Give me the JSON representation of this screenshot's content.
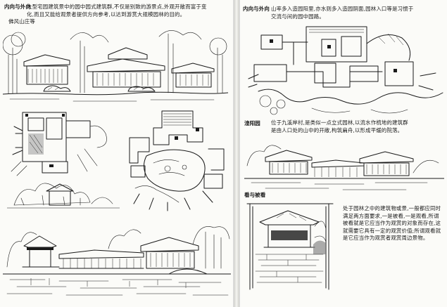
{
  "left_page": {
    "heading": "内向与外向",
    "note_top": "大型宅园建筑景中的园中园式建筑群,不仅是别致的游景点,外观开敞而富于变化,而且又能给观景者提供方向参考,以达到游赏大规模园林的目的。",
    "note_top_tail": "佛风山庄等"
  },
  "right_page": {
    "heading": "内向与外向",
    "note_top": "山率多入造园阳里,亦水则多入造园阴面,园林入口等是习惯于",
    "note_top_line2": "交流与间的园中园路。",
    "label_mid": "湟阳园",
    "note_mid": "位于九溪岸村,是类似一点立式园林,以流水作梳地的建筑群",
    "note_mid_line2": "是由人口处的山中的开敞,构筑扁舟,以形成平缓的院落。",
    "label_bottom": "看与被看",
    "note_bottom": "处于园林之中的建筑物或景,一般都应同时满足两方面要求,一是被看,一是观看,所谓被看就是它应当作为观赏的对象而存在,这就需要它具有一定的观赏价值;所谓观看就是它应当作为观赏者观赏周边景物。"
  }
}
